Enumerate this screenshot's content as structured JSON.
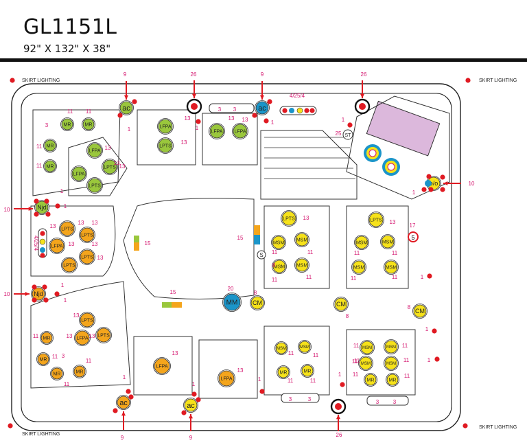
{
  "header": {
    "title": "GL1151L",
    "dimensions": "92\" X 132\" X 38\""
  },
  "skirt_lighting": {
    "label": "SKIRT LIGHTING"
  },
  "colors": {
    "lime": "#9ac73c",
    "orange": "#f4a51c",
    "yellow": "#f6e21a",
    "blue": "#1b95c9",
    "red": "#e01a22",
    "magenta": "#d4146e",
    "lavender": "#dcb8dc",
    "shell_fill": "#f2f2f2"
  },
  "jet_labels": {
    "ac": "ac",
    "mr": "MR",
    "lfpa": "LFPA",
    "lpts": "LPTS",
    "msm": "MSM",
    "njd": "Njd",
    "cm": "CM",
    "mm": "MM",
    "oo": "o/o",
    "s": "S",
    "st": "ST",
    "five": "5"
  },
  "callouts": {
    "n1": "1",
    "n3": "3",
    "n8": "8",
    "n9": "9",
    "n10": "10",
    "n11": "11",
    "n13": "13",
    "n15": "15",
    "n17": "17",
    "n20": "20",
    "n25": "25",
    "n26": "26",
    "n4254": "4/25/4"
  }
}
